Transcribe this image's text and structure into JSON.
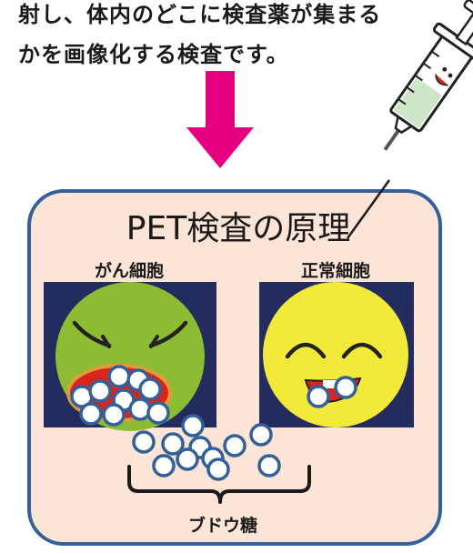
{
  "intro": {
    "line1": "射し、体内のどこに検査薬が集まる",
    "line2": "かを画像化する検査です。"
  },
  "diagram": {
    "title": "PET検査の原理",
    "cancer_label": "がん細胞",
    "normal_label": "正常細胞",
    "glucose_label": "ブドウ糖"
  },
  "colors": {
    "arrow": "#e5007f",
    "panel_fill": "#fce4d6",
    "panel_stroke": "#34609a",
    "cell_box": "#232c5c",
    "cancer_face": "#8bbc34",
    "normal_face": "#f2e93b",
    "glucose_stroke": "#34609a",
    "mouth_red": "#d9241c"
  },
  "icons": {
    "arrow": "down-arrow-icon",
    "syringe": "syringe-icon"
  }
}
